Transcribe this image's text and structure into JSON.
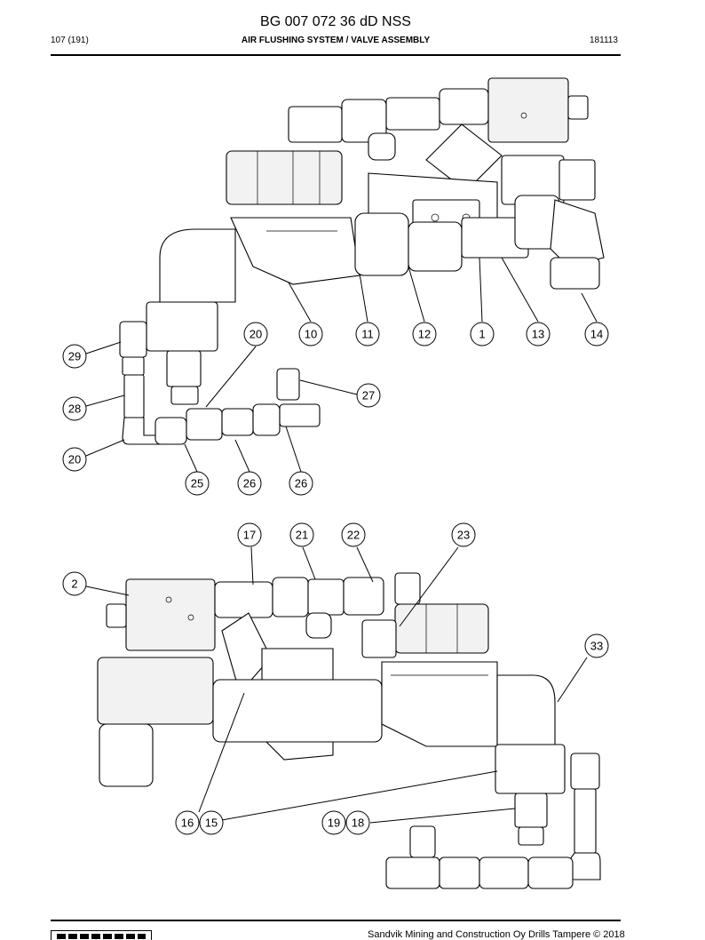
{
  "header": {
    "doc_number": "BG 007 072 36 dD NSS",
    "page": "107 (191)",
    "section": "AIR FLUSHING SYSTEM / VALVE ASSEMBLY",
    "date": "181113"
  },
  "callouts": {
    "top": [
      "20",
      "10",
      "11",
      "12",
      "1",
      "13",
      "14",
      "29",
      "28",
      "27",
      "20",
      "25",
      "26",
      "26"
    ],
    "bottom": [
      "17",
      "21",
      "22",
      "23",
      "2",
      "33",
      "16",
      "15",
      "19",
      "18"
    ]
  },
  "footer": {
    "copyright": "Sandvik Mining and Construction Oy Drills Tampere © 2018"
  }
}
